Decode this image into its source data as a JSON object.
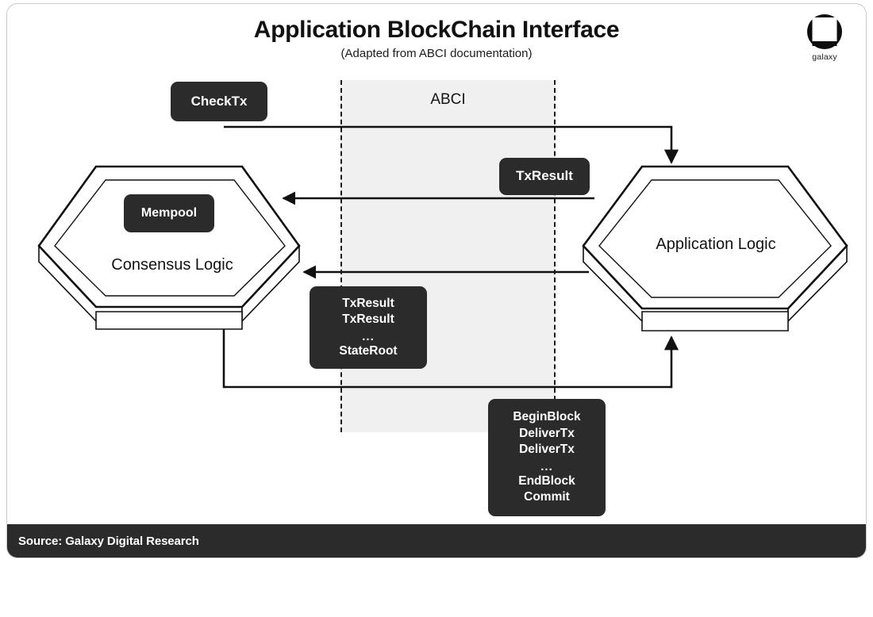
{
  "header": {
    "title": "Application BlockChain Interface",
    "subtitle": "(Adapted from ABCI documentation)"
  },
  "logo": {
    "name": "galaxy-logo",
    "wordmark": "galaxy"
  },
  "diagram": {
    "abci_label": "ABCI",
    "nodes": {
      "consensus": "Consensus Logic",
      "mempool": "Mempool",
      "application": "Application Logic"
    },
    "boxes": {
      "checktx": "CheckTx",
      "txresult": "TxResult",
      "txresult_list": [
        "TxResult",
        "TxResult",
        "...",
        "StateRoot"
      ],
      "block_list": [
        "BeginBlock",
        "DeliverTx",
        "DeliverTx",
        "...",
        "EndBlock",
        "Commit"
      ]
    }
  },
  "footer": {
    "source": "Source: Galaxy Digital Research"
  },
  "colors": {
    "dark": "#2b2b2b",
    "band": "#f0f0f0",
    "stroke": "#111111",
    "card_border": "#c9c9c9"
  }
}
